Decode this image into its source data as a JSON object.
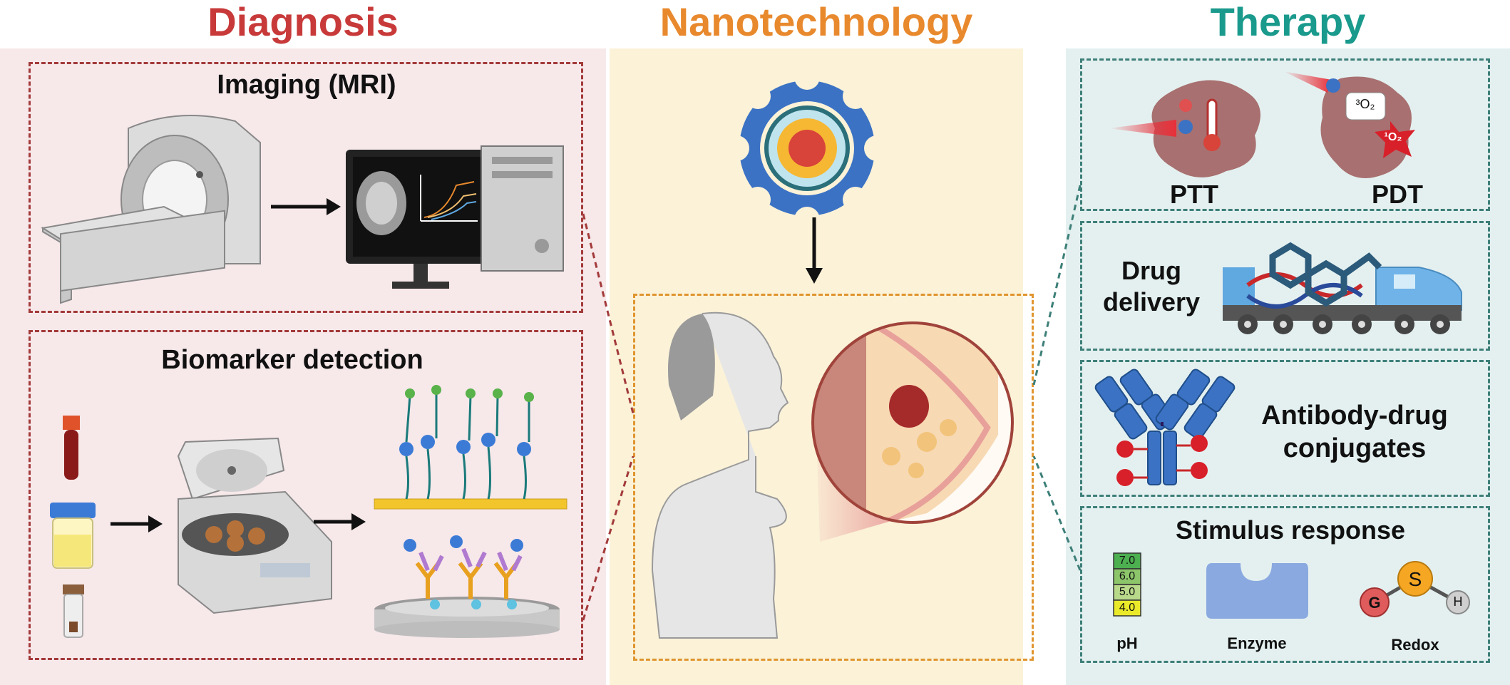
{
  "titles": {
    "diagnosis": "Diagnosis",
    "nanotechnology": "Nanotechnology",
    "therapy": "Therapy"
  },
  "diagnosis": {
    "imaging_label": "Imaging (MRI)",
    "biomarker_label": "Biomarker detection"
  },
  "therapy": {
    "ptt_label": "PTT",
    "pdt_label": "PDT",
    "oxygen_ground": "³O₂",
    "oxygen_singlet": "¹O₂",
    "drug_delivery_label": "Drug\ndelivery",
    "adc_label": "Antibody-drug\nconjugates",
    "stimulus_label": "Stimulus response",
    "ph_values": [
      "7.0",
      "6.0",
      "5.0",
      "4.0"
    ],
    "ph_label": "pH",
    "enzyme_label": "Enzyme",
    "redox_label": "Redox",
    "redox_atoms": {
      "g": "G",
      "s": "S",
      "h": "H"
    }
  },
  "colors": {
    "diagnosis_title": "#c83a3a",
    "nanotech_title": "#e8892d",
    "therapy_title": "#1a9a8c",
    "diagnosis_bg": "#f7e8ea",
    "nanotech_bg": "#fbf2d8",
    "therapy_bg": "#e4f0f0",
    "diagnosis_border": "#a33a3a",
    "nanotech_border": "#e0952e",
    "therapy_border": "#3d7f78"
  }
}
